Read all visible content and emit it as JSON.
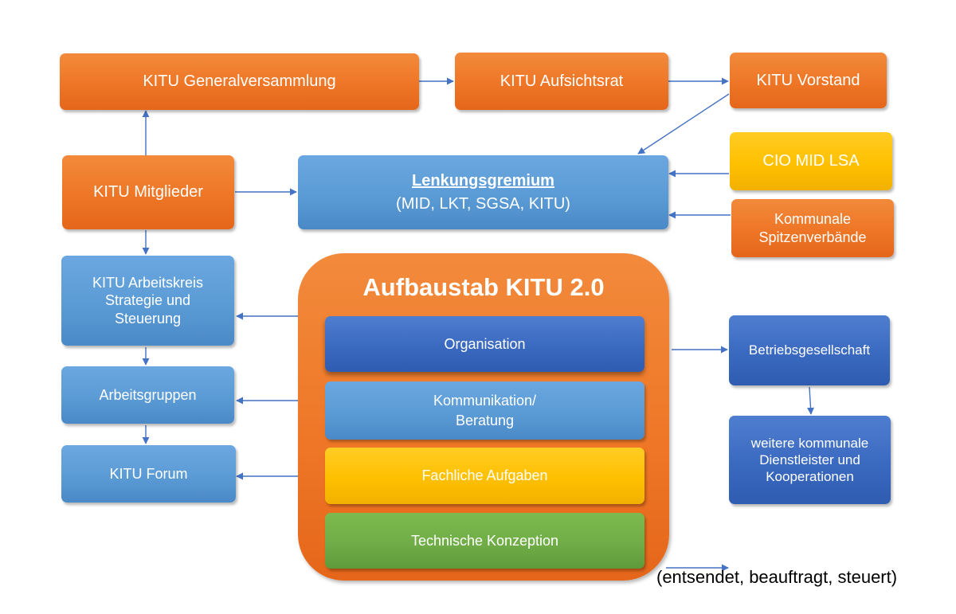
{
  "nodes": {
    "generalversammlung": "KITU Generalversammlung",
    "aufsichtsrat": "KITU Aufsichtsrat",
    "vorstand": "KITU Vorstand",
    "mitglieder": "KITU Mitglieder",
    "lenkungsgremium_title": "Lenkungsgremium",
    "lenkungsgremium_members": "(MID, LKT, SGSA, KITU)",
    "cio": "CIO MID LSA",
    "kommunale_line1": "Kommunale",
    "kommunale_line2": "Spitzenverbände",
    "arbeitskreis_line1": "KITU Arbeitskreis",
    "arbeitskreis_line2": "Strategie und",
    "arbeitskreis_line3": "Steuerung",
    "arbeitsgruppen": "Arbeitsgruppen",
    "forum": "KITU Forum",
    "aufbaustab_title": "Aufbaustab KITU 2.0",
    "organisation": "Organisation",
    "kommunikation_line1": "Kommunikation/",
    "kommunikation_line2": "Beratung",
    "fachliche": "Fachliche Aufgaben",
    "technische": "Technische Konzeption",
    "betriebsgesellschaft": "Betriebsgesellschaft",
    "dienstleister_line1": "weitere kommunale",
    "dienstleister_line2": "Dienstleister und",
    "dienstleister_line3": "Kooperationen"
  },
  "legend": {
    "text": "(entsendet, beauftragt, steuert)"
  },
  "colors": {
    "orange": "#ed7d31",
    "blue": "#5b9bd5",
    "gold": "#ffc000",
    "dark_blue": "#3a69c0",
    "green": "#70ad47",
    "arrow": "#4472c4"
  }
}
